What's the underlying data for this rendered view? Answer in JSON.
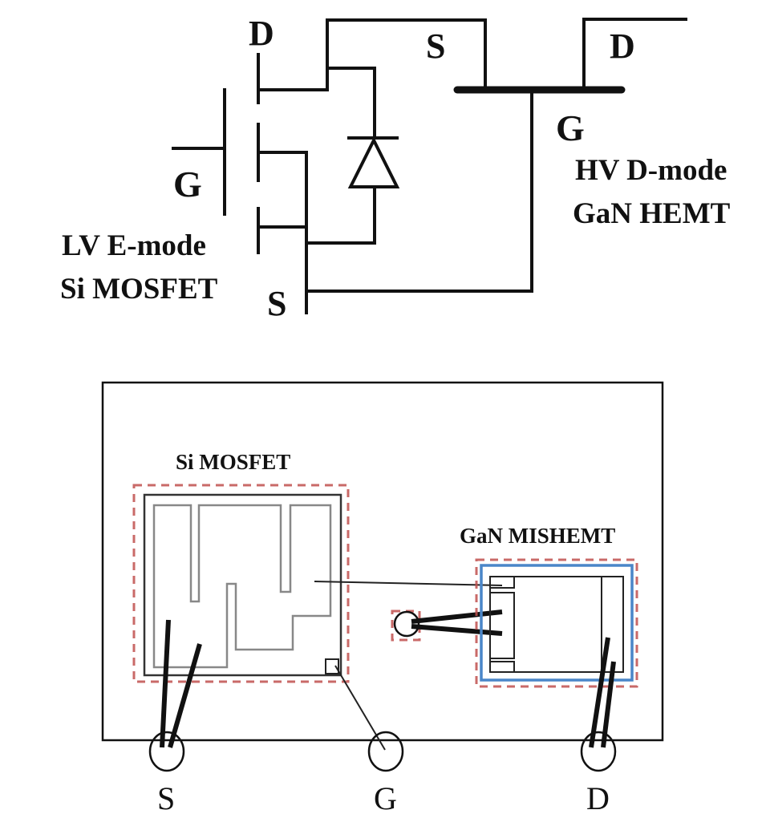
{
  "schematic": {
    "mosfet": {
      "drain_label": "D",
      "gate_label": "G",
      "source_label": "S",
      "title_line1": "LV E-mode",
      "title_line2": "Si MOSFET"
    },
    "hemt": {
      "source_label": "S",
      "drain_label": "D",
      "gate_label": "G",
      "title_line1": "HV D-mode",
      "title_line2": "GaN HEMT"
    }
  },
  "layout": {
    "mosfet_die_label": "Si MOSFET",
    "gan_die_label": "GaN MISHEMT",
    "pins": [
      {
        "label": "S"
      },
      {
        "label": "G"
      },
      {
        "label": "D"
      }
    ],
    "colors": {
      "die_outline_dashed": "#c0504d",
      "gan_active_outline": "#4a86c8",
      "wire": "#111111"
    }
  }
}
